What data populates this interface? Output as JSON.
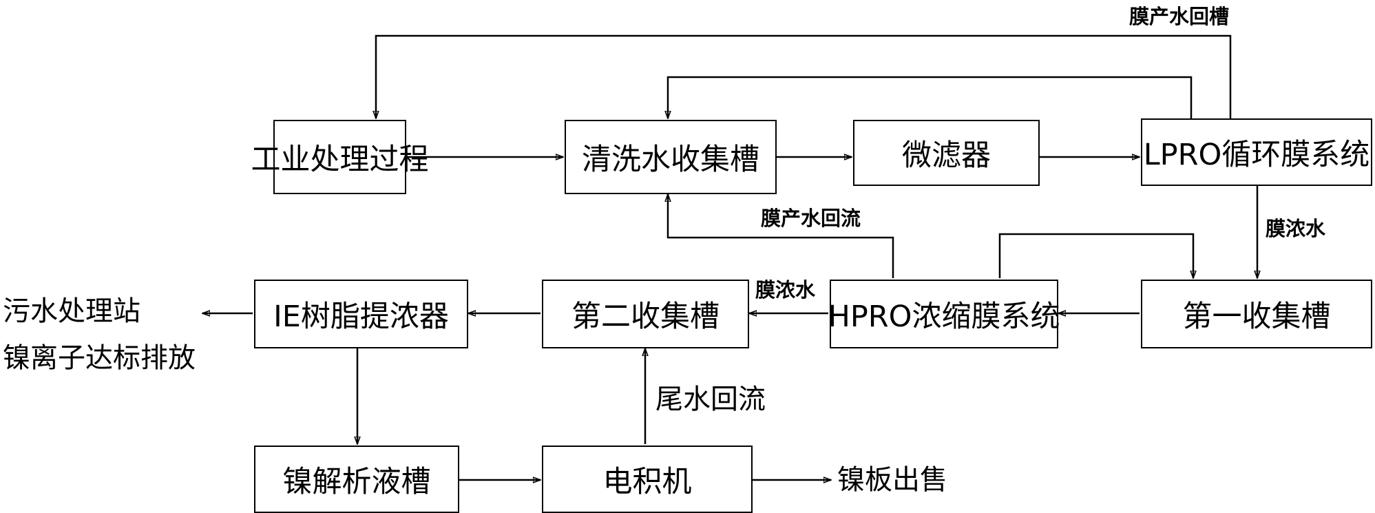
{
  "nodes": {
    "industrial_process": "工业处理过程",
    "rinse_tank": "清洗水收集槽",
    "microfilter": "微滤器",
    "lpro": "LPRO循环膜系统",
    "first_tank": "第一收集槽",
    "hpro": "HPRO浓缩膜系统",
    "second_tank": "第二收集槽",
    "ie_resin": "IE树脂提浓器",
    "nickel_eluate_tank": "镍解析液槽",
    "electrowinning": "电积机"
  },
  "labels": {
    "permeate_return_tank": "膜产水回槽",
    "permeate_reflux": "膜产水回流",
    "concentrate_1": "膜浓水",
    "concentrate_2": "膜浓水",
    "tailwater_reflux": "尾水回流",
    "sewage_line1": "污水处理站",
    "sewage_line2": "镍离子达标排放",
    "nickel_plate_sale": "镍板出售"
  }
}
